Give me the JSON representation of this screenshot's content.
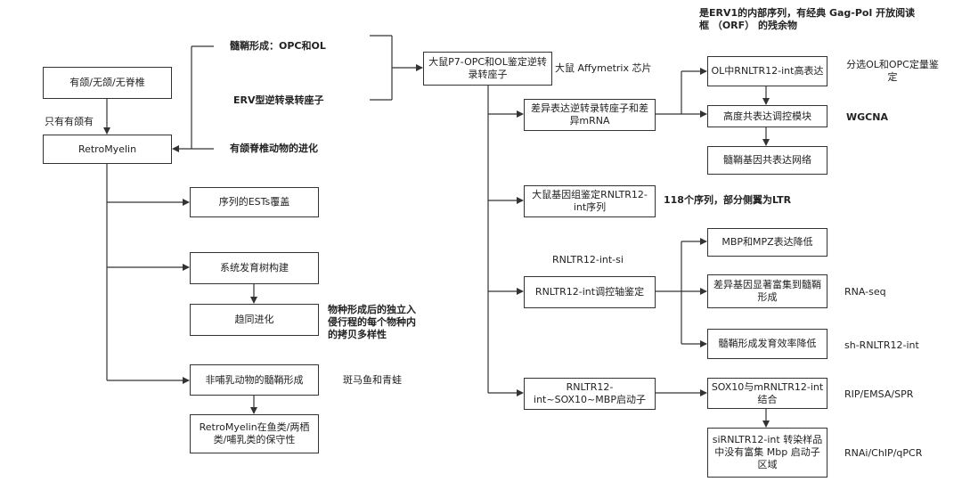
{
  "nodes": {
    "species": "有颌/无颌/无脊椎",
    "retromyelin": "RetroMyelin",
    "est": "序列的ESTs覆盖",
    "phylo": "系统发育树构建",
    "convergent": "趋同进化",
    "nonmammal": "非哺乳动物的髓鞘形成",
    "conserved": "RetroMyelin在鱼类/两栖类/哺乳类的保守性",
    "rat_p7": "大鼠P7-OPC和OL鉴定逆转录转座子",
    "diff_expr": "差异表达逆转录转座子和差异mRNA",
    "ol_high": "OL中RNLTR12-int高表达",
    "coexpr": "高度共表达调控模块",
    "myelin_net": "髓鞘基因共表达网络",
    "genome": "大鼠基因组鉴定RNLTR12-int序列",
    "axis": "RNLTR12-int调控轴鉴定",
    "mbp_mpz": "MBP和MPZ表达降低",
    "diff_genes": "差异基因显著富集到髓鞘形成",
    "efficiency": "髓鞘形成发育效率降低",
    "sox10_axis": "RNLTR12-int~SOX10~MBP启动子",
    "sox10_bind": "SOX10与mRNLTR12-int结合",
    "si_transfect": "siRNLTR12-int 转染样品中没有富集 Mbp 启动子区域"
  },
  "labels": {
    "myelination": "髓鞘形成：OPC和OL",
    "erv_type": "ERV型逆转录转座子",
    "jawed_evo": "有颌脊椎动物的进化",
    "jawed_only": "只有有颌有",
    "affymetrix": "大鼠 Affymetrix 芯片",
    "erv1_note": "是ERV1的内部序列，有经典 Gag-Pol 开放阅读框 （ORF） 的残余物",
    "sort_note": "分选OL和OPC定量鉴定",
    "wgcna": "WGCNA",
    "seq118": "118个序列，部分侧翼为LTR",
    "si_label": "RNLTR12-int-si",
    "rna_seq": "RNA-seq",
    "sh_label": "sh-RNLTR12-int",
    "speciation": "物种形成后的独立入侵行程的每个物种内的拷贝多样性",
    "zebrafish": "斑马鱼和青蛙",
    "rip": "RIP/EMSA/SPR",
    "rnai": "RNAi/ChIP/qPCR"
  }
}
